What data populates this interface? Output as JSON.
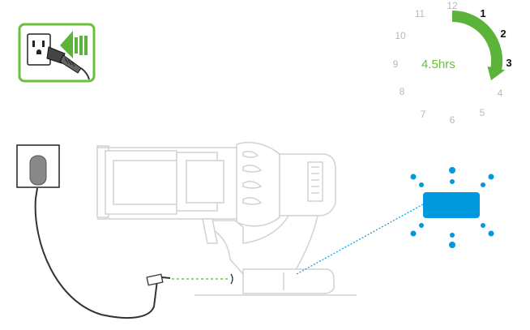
{
  "clock": {
    "numbers": [
      "12",
      "1",
      "2",
      "3",
      "4",
      "5",
      "6",
      "7",
      "8",
      "9",
      "10",
      "11"
    ],
    "active_numbers": [
      "1",
      "2",
      "3"
    ],
    "duration_label": "4.5hrs"
  },
  "colors": {
    "plug_icon_border": "#6cbf3e",
    "arrow_green": "#5cb33a",
    "light_blue": "#0099dd",
    "line_gray": "#cfcfcf",
    "device_gray": "#d9d9d9"
  },
  "icons": {
    "plug_in_icon": "plug-in-icon",
    "charging_light_icon": "charging-light-icon",
    "wall_socket_icon": "wall-socket-icon"
  }
}
